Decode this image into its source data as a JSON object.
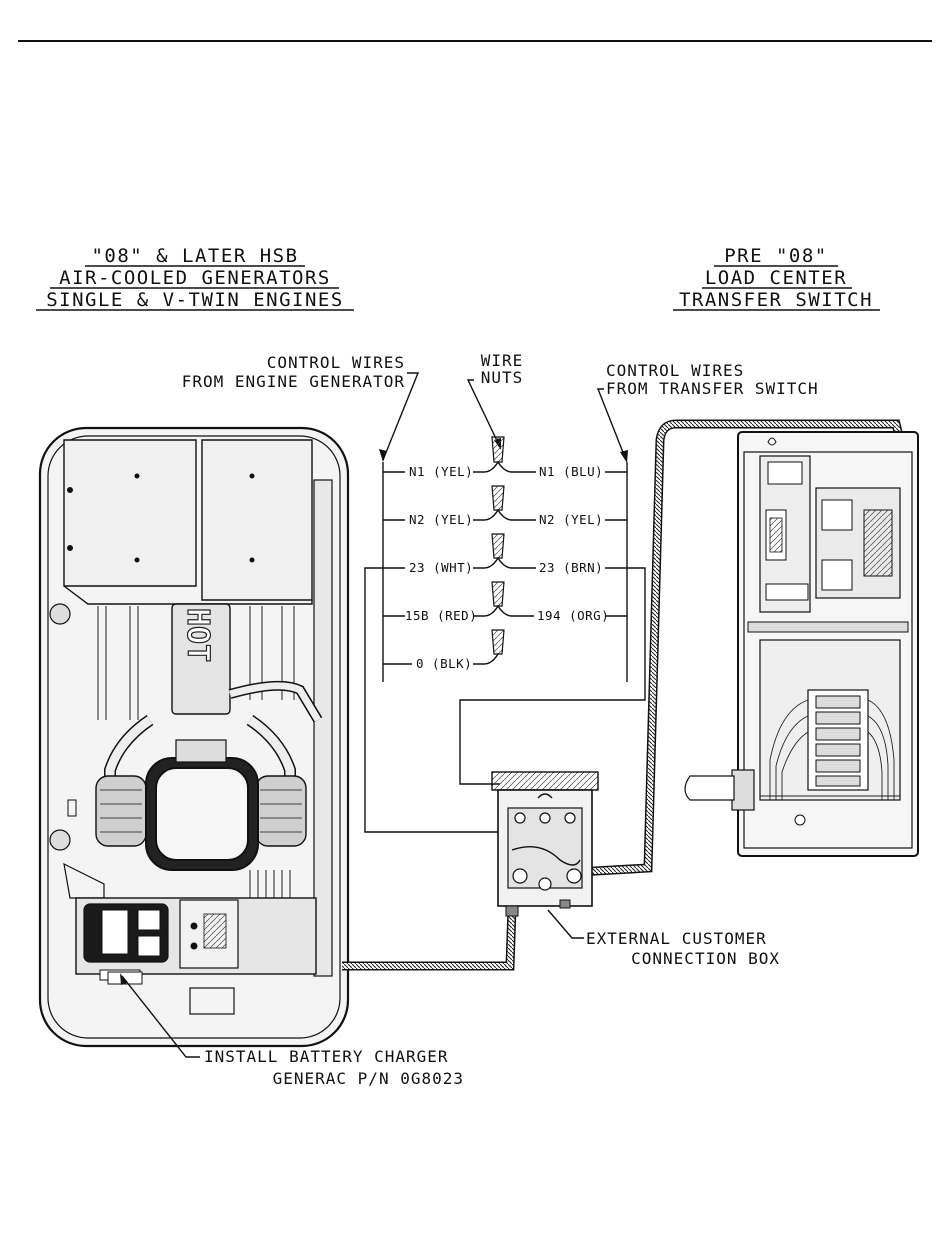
{
  "generator_title": [
    "\"08\" & LATER HSB",
    "AIR-COOLED GENERATORS",
    "SINGLE & V-TWIN ENGINES"
  ],
  "switch_title": [
    "PRE \"08\"",
    "LOAD CENTER",
    "TRANSFER SWITCH"
  ],
  "callouts": {
    "engine_wires": [
      "CONTROL WIRES",
      "FROM ENGINE GENERATOR"
    ],
    "wire_nuts": [
      "WIRE",
      "NUTS"
    ],
    "switch_wires": [
      "CONTROL WIRES",
      "FROM TRANSFER SWITCH"
    ],
    "connection_box": [
      "EXTERNAL CUSTOMER",
      "CONNECTION BOX"
    ],
    "battery_charger": [
      "INSTALL BATTERY CHARGER",
      "GENERAC P/N 0G8023"
    ]
  },
  "generator_label": "HOT",
  "wire_pairs": [
    {
      "left": "N1 (YEL)",
      "right": "N1 (BLU)"
    },
    {
      "left": "N2 (YEL)",
      "right": "N2 (YEL)"
    },
    {
      "left": "23 (WHT)",
      "right": "23 (BRN)"
    },
    {
      "left": "15B (RED)",
      "right": "194 (ORG)"
    },
    {
      "left": "0 (BLK)",
      "right": ""
    }
  ]
}
